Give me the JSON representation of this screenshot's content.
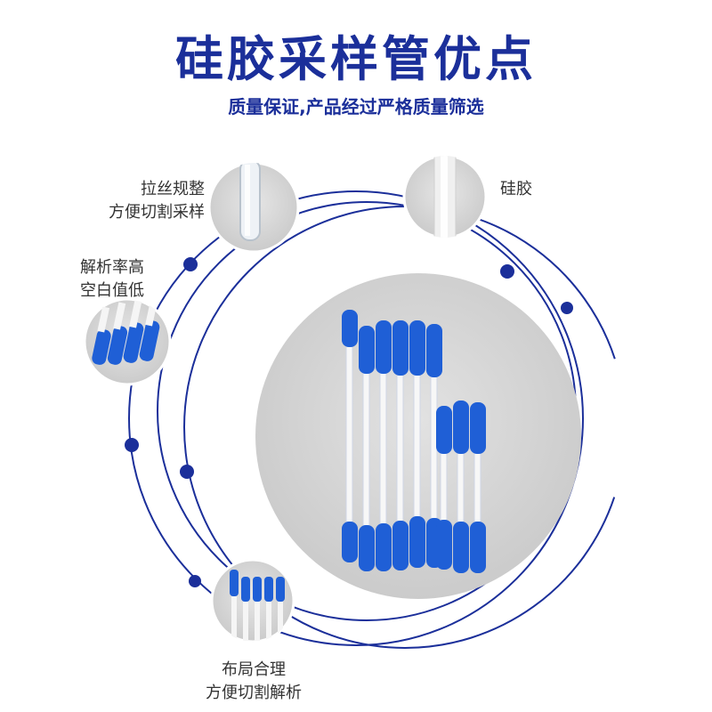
{
  "header": {
    "title": "硅胶采样管优点",
    "subtitle": "质量保证,产品经过严格质量筛选"
  },
  "features": [
    {
      "line1": "拉丝规整",
      "line2": "方便切割采样"
    },
    {
      "line1": "硅胶"
    },
    {
      "line1": "解析率高",
      "line2": "空白值低"
    },
    {
      "line1": "布局合理",
      "line2": "方便切割解析"
    }
  ],
  "colors": {
    "brand": "#1b2f9a",
    "tube_cap": "#1f5fd6",
    "photo_bg": "#d3d3d3"
  }
}
